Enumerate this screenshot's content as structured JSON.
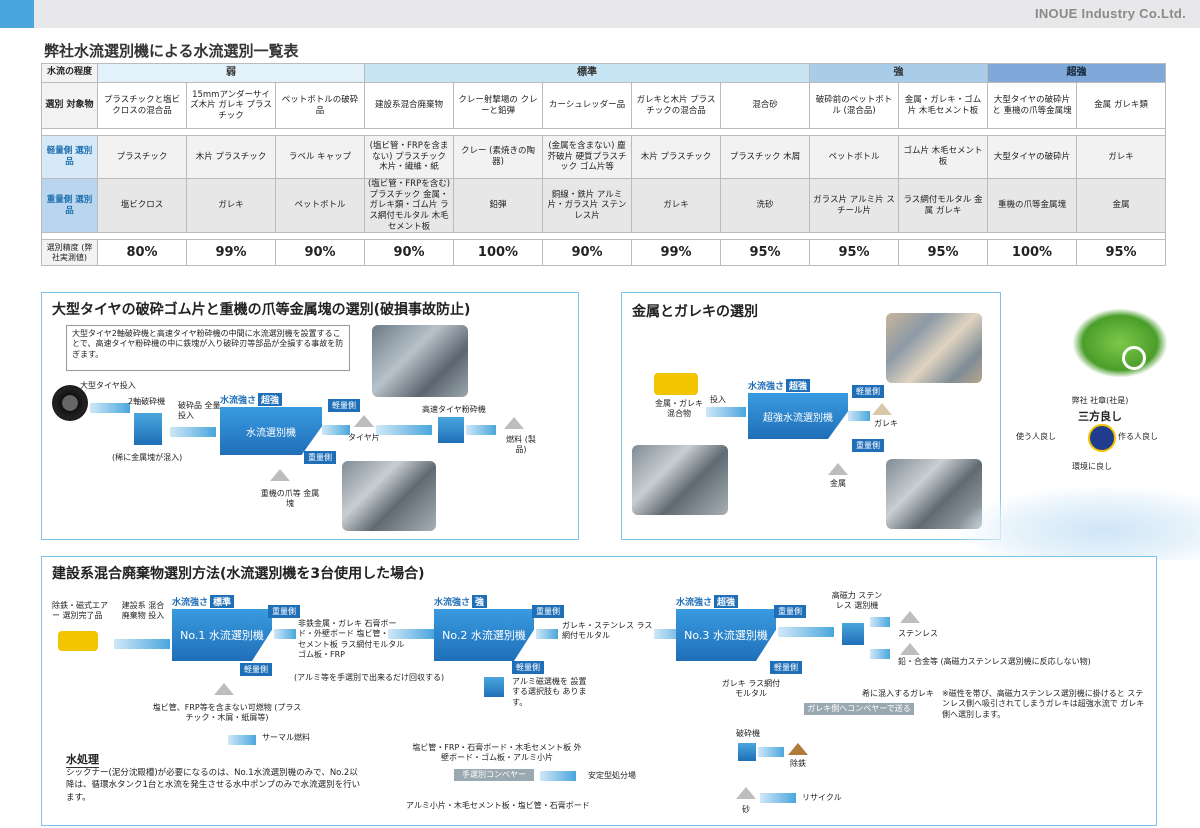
{
  "header": {
    "company": "INOUE Industry Co.Ltd."
  },
  "page_title": "弊社水流選別機による水流選別一覧表",
  "table": {
    "levels_label": "水流の程度",
    "levels": [
      "弱",
      "標準",
      "強",
      "超強"
    ],
    "target_label": "選別 対象物",
    "targets": [
      "プラスチックと塩ビクロスの混合品",
      "15mmアンダーサイズ木片 ガレキ プラスチック",
      "ペットボトルの破砕品",
      "建設系混合廃棄物",
      "クレー射撃場の クレーと鉛弾",
      "カーシュレッダー品",
      "ガレキと木片 プラスチックの混合品",
      "混合砂",
      "破砕前のペットボトル (混合品)",
      "金属・ガレキ・ゴム片 木毛セメント板",
      "大型タイヤの破砕片と 重機の爪等金属塊",
      "金属 ガレキ類"
    ],
    "light_label": "軽量側 選別品",
    "light": [
      "プラスチック",
      "木片 プラスチック",
      "ラベル キャップ",
      "(塩ビ管・FRPを含まない) プラスチック 木片・繊維・紙",
      "クレー (素焼きの陶器)",
      "(金属を含まない) 塵芥破片 硬質プラスチック ゴム片等",
      "木片 プラスチック",
      "プラスチック 木屑",
      "ペットボトル",
      "ゴム片 木毛セメント板",
      "大型タイヤの破砕片",
      "ガレキ"
    ],
    "heavy_label": "重量側 選別品",
    "heavy": [
      "塩ビクロス",
      "ガレキ",
      "ペットボトル",
      "(塩ビ管・FRPを含む) プラスチック 金属・ガレキ類・ゴム片 ラス網付モルタル 木毛セメント板",
      "鉛弾",
      "銅線・鉄片 アルミ片・ガラス片 ステンレス片",
      "ガレキ",
      "洗砂",
      "ガラス片 アルミ片 スチール片",
      "ラス網付モルタル 金属 ガレキ",
      "重機の爪等金属塊",
      "金属"
    ],
    "acc_label": "選別精度 (弊社実測値)",
    "accuracy": [
      "80%",
      "99%",
      "90%",
      "90%",
      "100%",
      "90%",
      "99%",
      "95%",
      "95%",
      "95%",
      "100%",
      "95%"
    ]
  },
  "tire": {
    "title": "大型タイヤの破砕ゴム片と重機の爪等金属塊の選別(破損事故防止)",
    "note": "大型タイヤ2軸破砕機と高速タイヤ粉砕機の中間に水流選別機を設置することで、高速タイヤ粉砕機の中に鉄塊が入り破砕刃等部品が全損する事故を防ぎます。",
    "input": "大型タイヤ投入",
    "crusher": "2軸破砕機",
    "crushed": "破砕品 全量投入",
    "mixed": "(稀に金属塊が混入)",
    "strength": "水流強さ",
    "strength_badge": "超強",
    "machine": "水流選別機",
    "light": "軽量側",
    "heavy": "重量側",
    "tire_chips": "タイヤ片",
    "grinder": "高速タイヤ粉砕機",
    "fuel": "燃料 (製品)",
    "metal": "重機の爪等 金属塊"
  },
  "metal": {
    "title": "金属とガレキの選別",
    "input_label": "金属・ガレキ 混合物",
    "toss": "投入",
    "strength": "水流強さ",
    "strength_badge": "超強",
    "machine": "超強水流選別機",
    "light": "軽量側",
    "heavy": "重量側",
    "rubble": "ガレキ",
    "metal": "金属"
  },
  "sanpo": {
    "title1": "弊社 社章(社是)",
    "title2": "三方良し",
    "left": "使う人良し",
    "right": "作る人良し",
    "bottom": "環境に良し"
  },
  "construction": {
    "title": "建設系混合廃棄物選別方法(水流選別機を3台使用した場合)",
    "start": "除鉄・磁式エアー 選別完了品",
    "input": "建設系 混合廃棄物 投入",
    "m1_strength": "水流強さ",
    "m1_badge": "標準",
    "m1": "No.1 水流選別機",
    "m2_strength": "水流強さ",
    "m2_badge": "強",
    "m2": "No.2 水流選別機",
    "m3_strength": "水流強さ",
    "m3_badge": "超強",
    "m3": "No.3 水流選別機",
    "heavy": "重量側",
    "light": "軽量側",
    "m1_heavy": "非鉄金属・ガレキ 石膏ボード・外壁ボード 塩ビ管・木毛セメント板 ラス網付モルタル ゴム板・FRP",
    "m1_heavy_note": "(アルミ等を手選別で出来るだけ回収する)",
    "m1_light": "塩ビ管、FRP等を含まない可燃物 (プラスチック・木屑・紙屑等)",
    "thermal": "サーマル燃料",
    "m2_heavy": "ガレキ・ステンレス ラス網付モルタル",
    "m2_light_note": "アルミ磁選機を 設置する選択肢も あります。",
    "m2_light": "塩ビ管・FRP・石膏ボード・木毛セメント板 外壁ボード・ゴム板・アルミ小片",
    "conveyor": "手選別コンベヤー",
    "landfill": "安定型処分場",
    "m2_bottom": "アルミ小片・木毛セメント板・塩ビ管・石膏ボード",
    "hm": "高磁力 ステンレス 選別機",
    "stainless": "ステンレス",
    "lead": "鉛・合金等 (高磁力ステンレス選別機に反応しない物)",
    "m3_light": "ガレキ ラス網付モルタル",
    "rare": "希に混入するガレキ",
    "rare_note": "※磁性を帯び、高磁力ステンレス選別機に掛けると ステンレス側へ吸引されてしまうガレキは超強水流で ガレキ側へ選別します。",
    "to_conveyor": "ガレキ側へコンベヤーで送る",
    "crusher": "破砕機",
    "iron": "除鉄",
    "sand": "砂",
    "recycle": "リサイクル",
    "water_title": "水処理",
    "water_text": "シックナー(泥分沈殿槽)が必要になるのは、No.1水流選別機のみで、No.2以降は、循環水タンク1台と水流を発生させる水中ポンプのみで水流選別を行います。"
  }
}
